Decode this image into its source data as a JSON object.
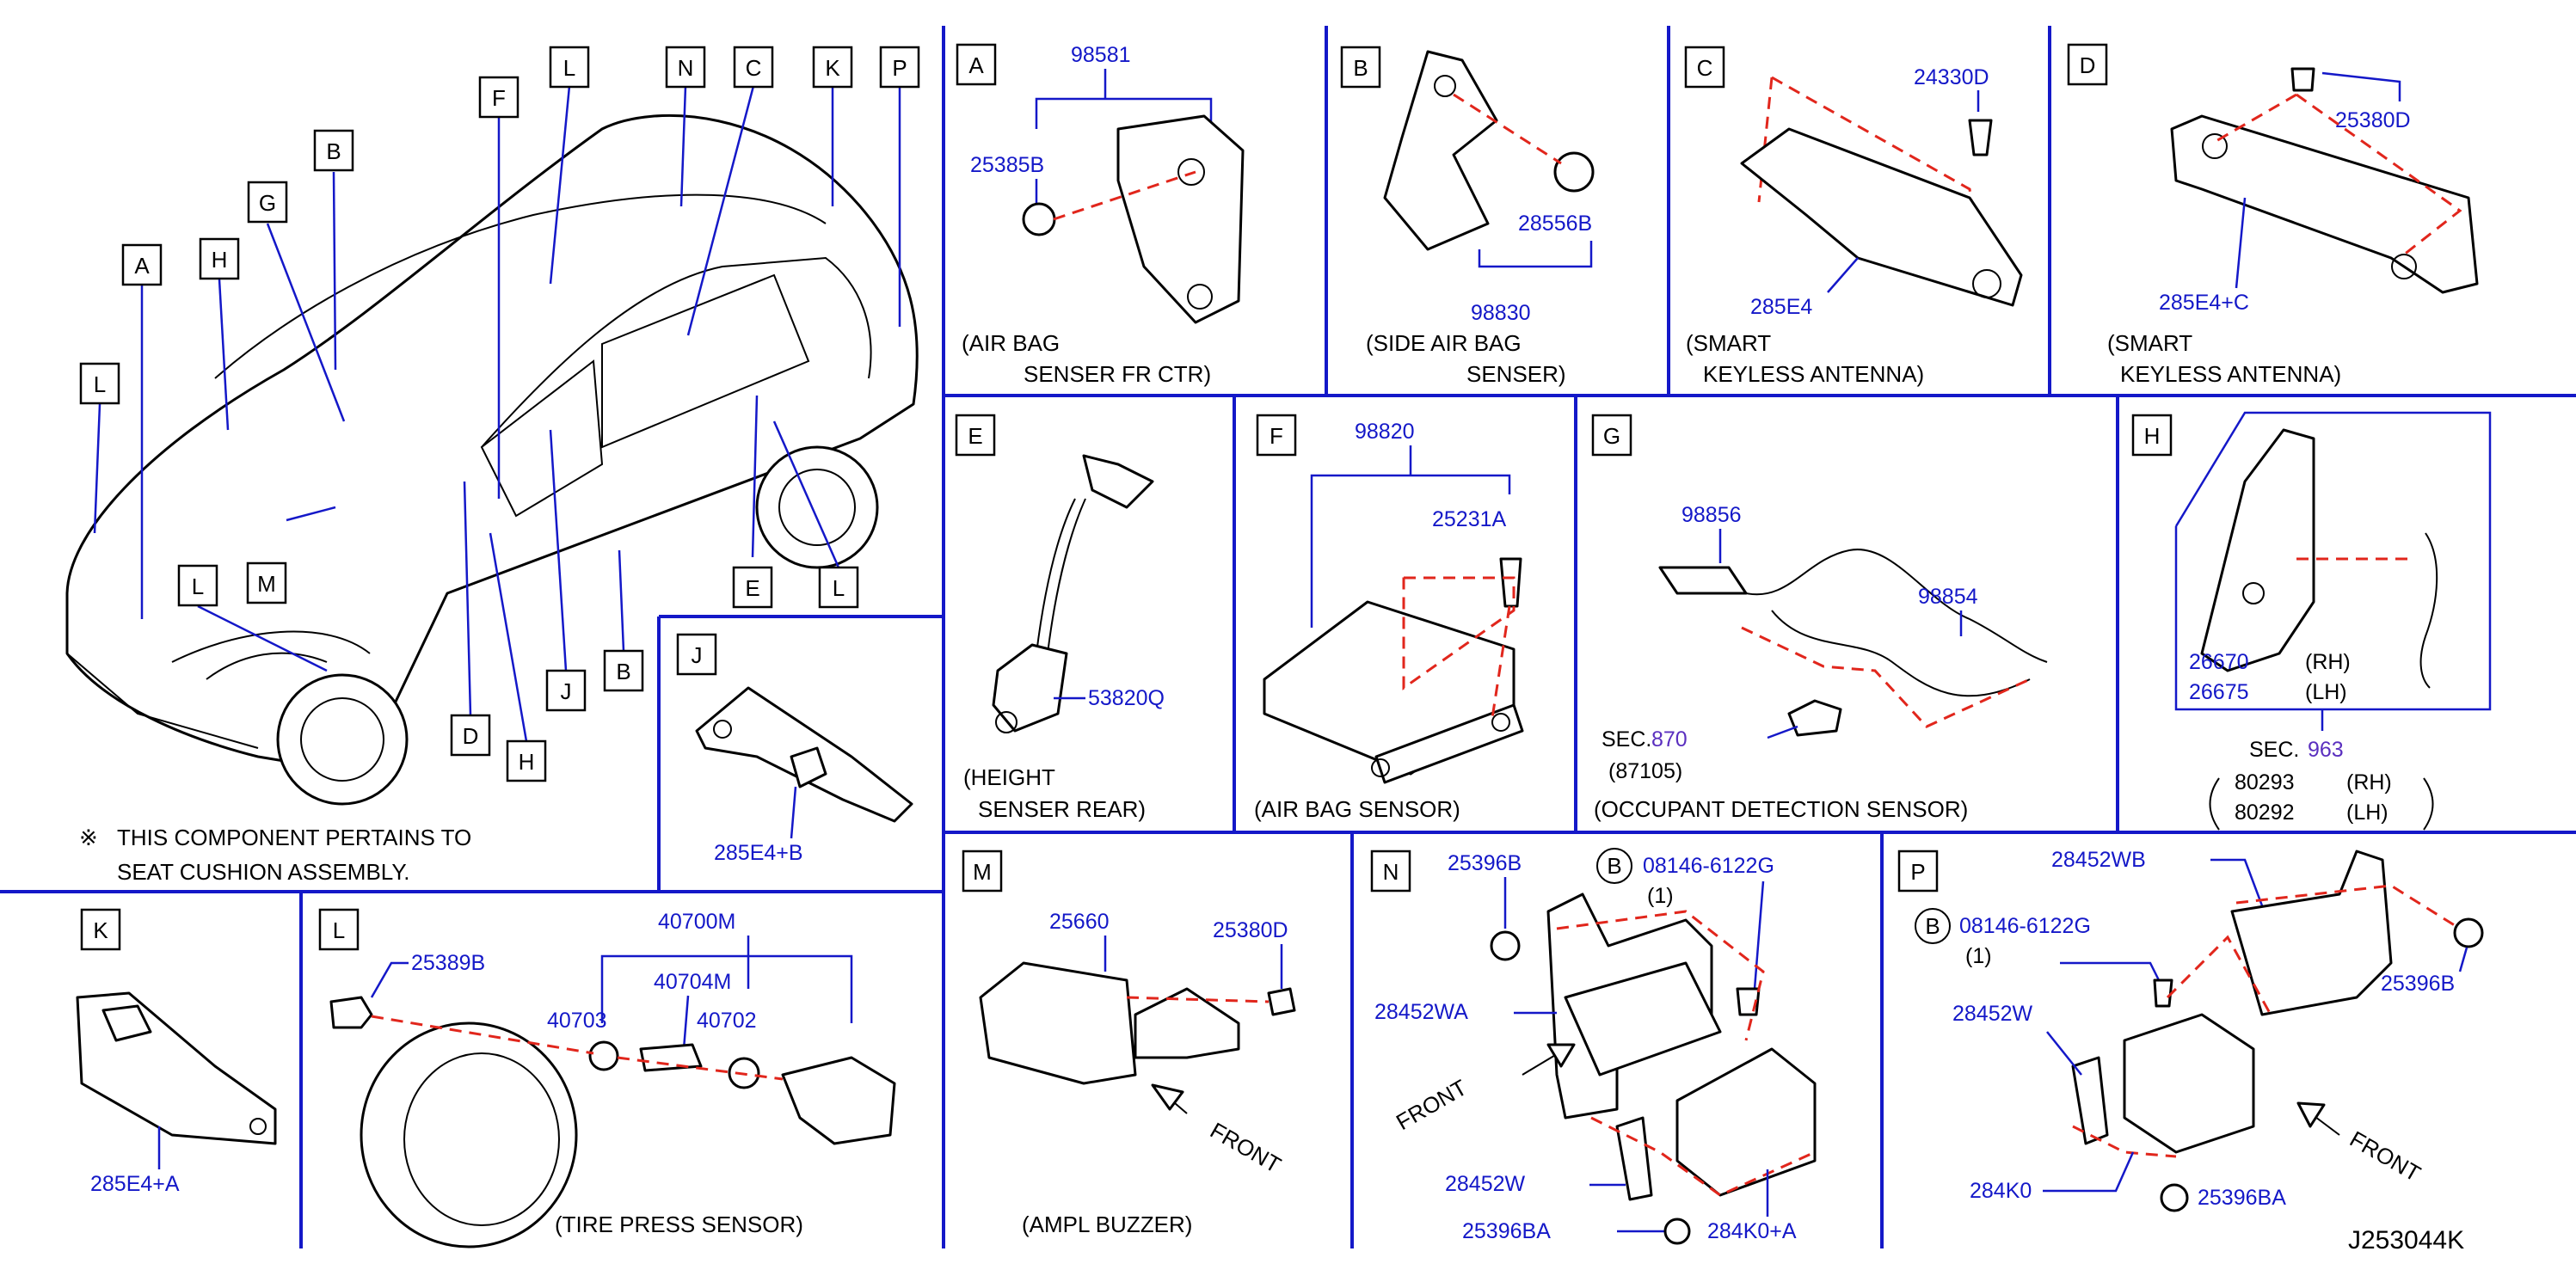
{
  "drawing_id": "J253044K",
  "note": {
    "symbol": "※",
    "line1": "THIS   COMPONENT   PERTAINS   TO",
    "line2": "SEAT   CUSHION   ASSEMBLY."
  },
  "car_callouts": [
    "L",
    "N",
    "C",
    "K",
    "P",
    "F",
    "B",
    "G",
    "H",
    "A",
    "L",
    "M",
    "L",
    "E",
    "L",
    "J",
    "B",
    "D",
    "H"
  ],
  "panels": {
    "A": {
      "letter": "A",
      "parts": [
        "98581",
        "25385B"
      ],
      "caption": [
        "(AIR   BAG",
        "SENSER   FR   CTR)"
      ]
    },
    "B": {
      "letter": "B",
      "parts": [
        "28556B",
        "98830"
      ],
      "caption": [
        "(SIDE   AIR   BAG",
        "SENSER)"
      ]
    },
    "C": {
      "letter": "C",
      "parts": [
        "24330D",
        "285E4"
      ],
      "caption": [
        "(SMART",
        "KEYLESS   ANTENNA)"
      ]
    },
    "D": {
      "letter": "D",
      "parts": [
        "25380D",
        "285E4+C"
      ],
      "caption": [
        "(SMART",
        "KEYLESS   ANTENNA)"
      ]
    },
    "E": {
      "letter": "E",
      "parts": [
        "53820Q"
      ],
      "caption": [
        "(HEIGHT",
        "SENSER   REAR)"
      ]
    },
    "F": {
      "letter": "F",
      "parts": [
        "98820",
        "25231A"
      ],
      "caption": [
        "(AIR   BAG   SENSOR)"
      ]
    },
    "G": {
      "letter": "G",
      "parts": [
        "98856",
        "98854"
      ],
      "sec_prefix": "SEC.",
      "sec": "870",
      "sec_sub": "(87105)",
      "caption": [
        "(OCCUPANT   DETECTION   SENSOR)"
      ]
    },
    "H": {
      "letter": "H",
      "parts": [
        "26670",
        "26675"
      ],
      "sides": [
        "(RH)",
        "(LH)"
      ],
      "sec_prefix": "SEC.",
      "sec": "963",
      "sec_parts": [
        "80293",
        "80292"
      ]
    },
    "J": {
      "letter": "J",
      "parts": [
        "285E4+B"
      ]
    },
    "K": {
      "letter": "K",
      "parts": [
        "285E4+A"
      ]
    },
    "L": {
      "letter": "L",
      "parts": [
        "25389B",
        "40700M",
        "40704M",
        "40703",
        "40702"
      ],
      "caption": [
        "(TIRE   PRESS   SENSOR)"
      ]
    },
    "M": {
      "letter": "M",
      "parts": [
        "25660",
        "25380D"
      ],
      "front": "FRONT",
      "caption": [
        "(AMPL   BUZZER)"
      ]
    },
    "N": {
      "letter": "N",
      "parts": [
        "25396B",
        "08146-6122G",
        "28452WA",
        "28452W",
        "25396BA",
        "284K0+A"
      ],
      "bolt_mark": "B",
      "qty": "(1)",
      "front": "FRONT"
    },
    "P": {
      "letter": "P",
      "parts": [
        "28452WB",
        "08146-6122G",
        "25396B",
        "28452W",
        "284K0",
        "25396BA"
      ],
      "bolt_mark": "B",
      "qty": "(1)",
      "front": "FRONT"
    }
  }
}
